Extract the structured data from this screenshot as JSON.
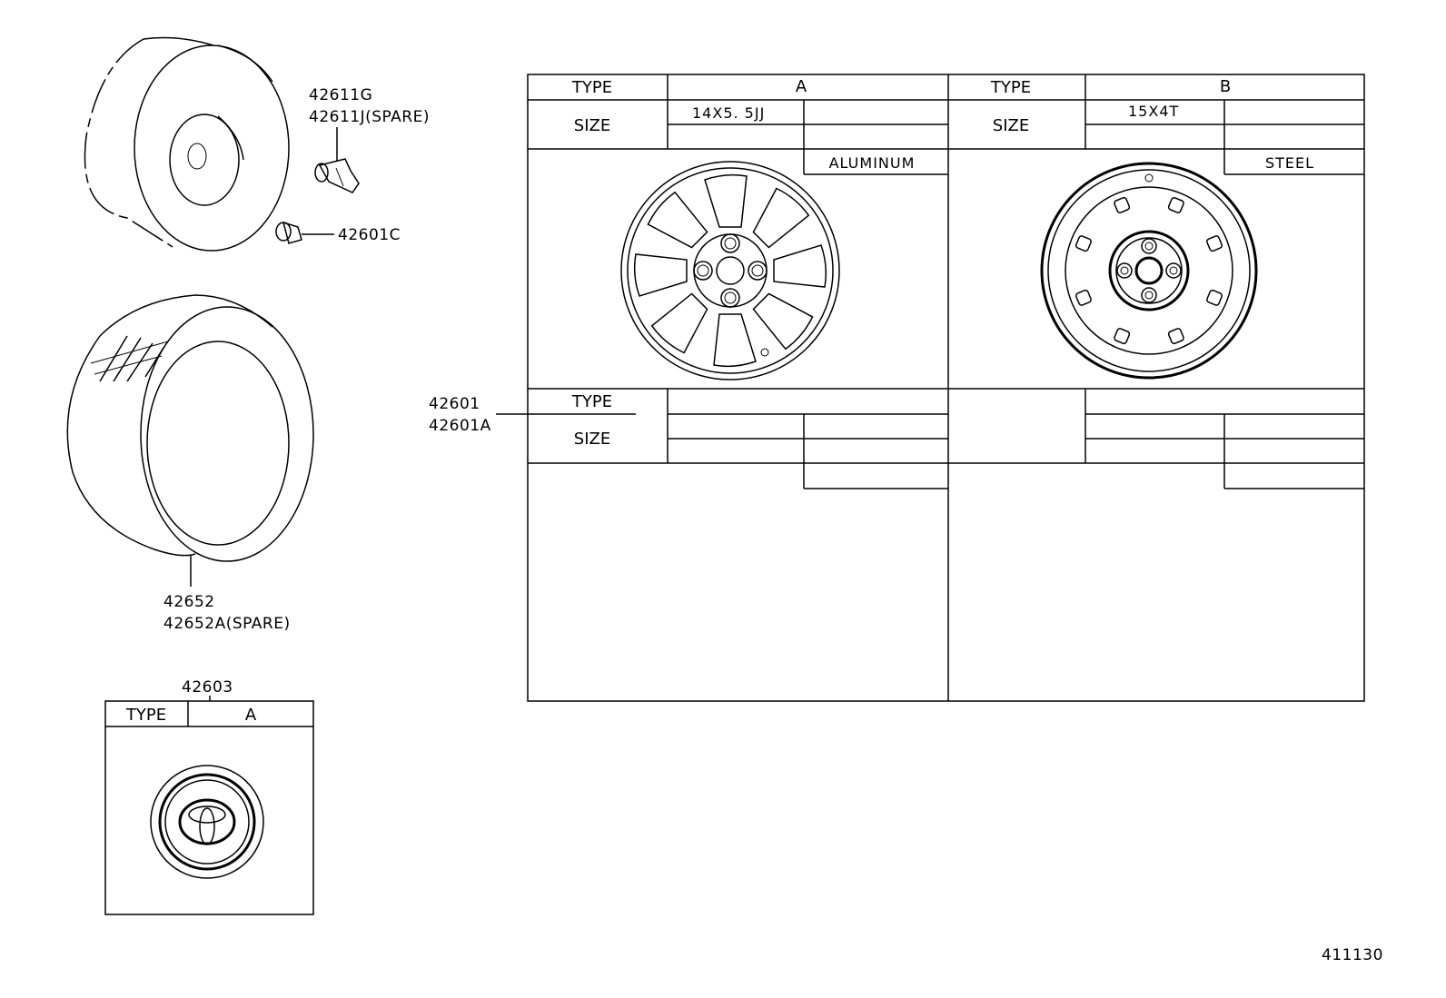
{
  "callouts": {
    "valve_g": "42611G",
    "valve_j": "42611J(SPARE)",
    "nut": "42601C",
    "wheel_1": "42601",
    "wheel_2": "42601A",
    "tire_1": "42652",
    "tire_2": "42652A(SPARE)",
    "cap": "42603",
    "figure_id": "411130"
  },
  "wheel_table": {
    "type_header": "TYPE",
    "size_header": "SIZE",
    "type_a": "A",
    "type_b": "B",
    "size_a": "14X5. 5JJ",
    "size_b": "15X4T",
    "material_a": "ALUMINUM",
    "material_b": "STEEL"
  },
  "cap_table": {
    "type_header": "TYPE",
    "type_a": "A"
  },
  "icons": [
    "tire-with-wheel-icon",
    "valve-stem-icon",
    "wheel-nut-icon",
    "tire-icon",
    "hub-cap-icon",
    "aluminum-wheel-icon",
    "steel-wheel-icon",
    "toyota-emblem-icon"
  ]
}
